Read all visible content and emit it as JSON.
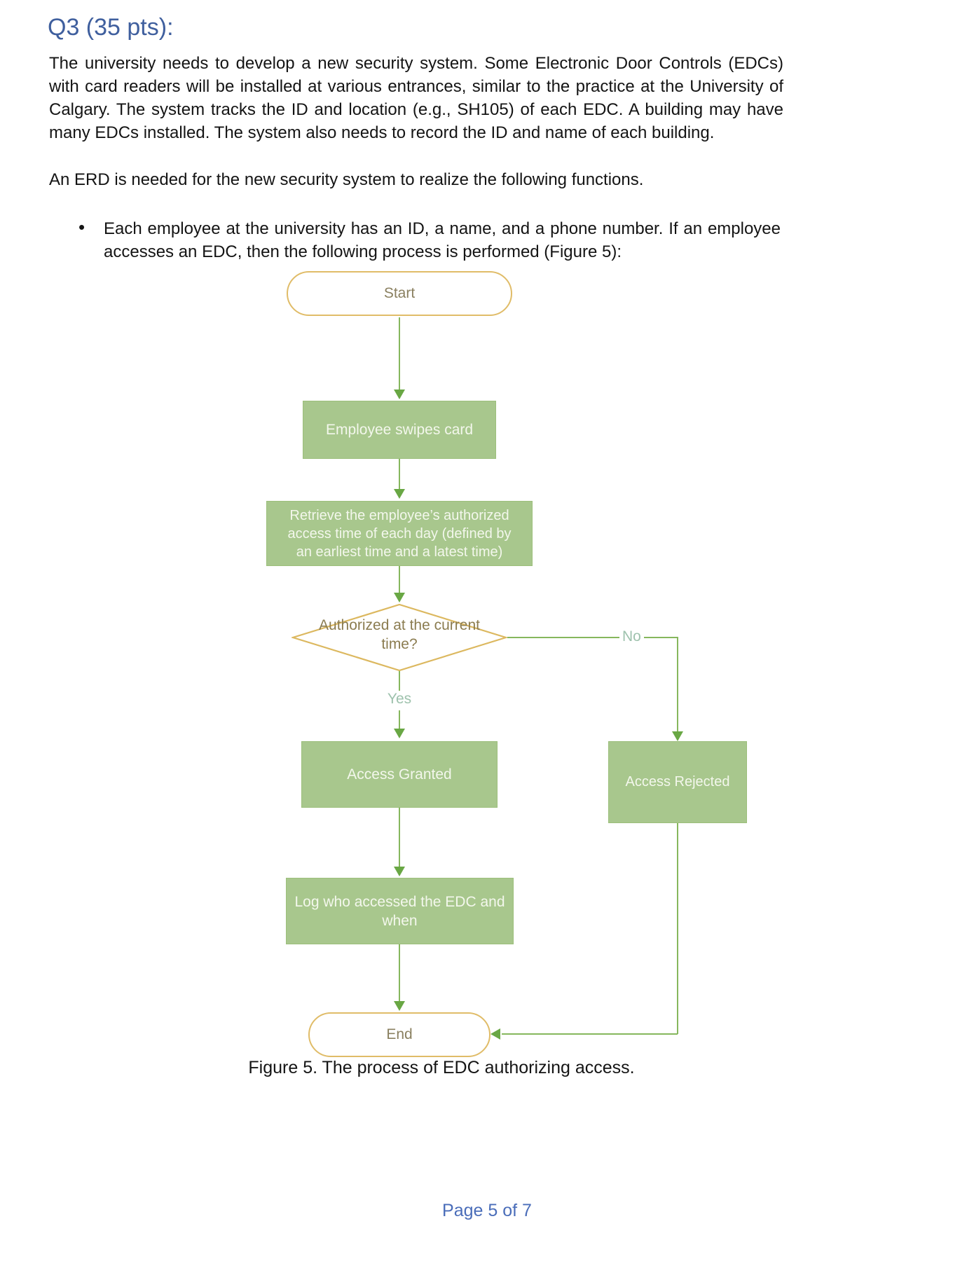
{
  "colors": {
    "heading_blue": "#3F5F9E",
    "page_number_blue": "#4A6DB9",
    "box_green": "#A8C78D",
    "box_border_green": "#9CBF7B",
    "arrow_green": "#86B75D",
    "arrowhead_green": "#69A744",
    "gold_border": "#E0BC68",
    "stadium_text": "#8A8060",
    "decision_text": "#8B7C50",
    "label_green": "#9EC2AD"
  },
  "doc": {
    "title": "Q3 (35 pts):",
    "intro": "The university needs to develop a new security system. Some Electronic Door Controls (EDCs) with card readers will be installed at various entrances, similar to the practice at the University of Calgary. The system tracks the ID and location (e.g., SH105) of each EDC. A building may have many EDCs installed. The system also needs to record the ID and name of each building.",
    "erd_line": "An ERD is needed for the new security system to realize the following functions.",
    "bullet_marker": "•",
    "bullet": "Each employee at the university has an ID, a name, and a phone number. If an employee accesses an EDC, then the following process is performed (Figure 5):",
    "caption": "Figure 5. The process of EDC authorizing access.",
    "page_number": "Page 5 of 7"
  },
  "flowchart": {
    "nodes": {
      "start": "Start",
      "swipe": "Employee swipes card",
      "retrieve": "Retrieve the employee’s authorized access time of each day (defined by an earliest time and a latest time)",
      "decision": "Authorized at the current time?",
      "granted": "Access Granted",
      "rejected": "Access Rejected",
      "log": "Log who accessed the EDC and when",
      "end": "End"
    },
    "labels": {
      "yes": "Yes",
      "no": "No"
    }
  }
}
